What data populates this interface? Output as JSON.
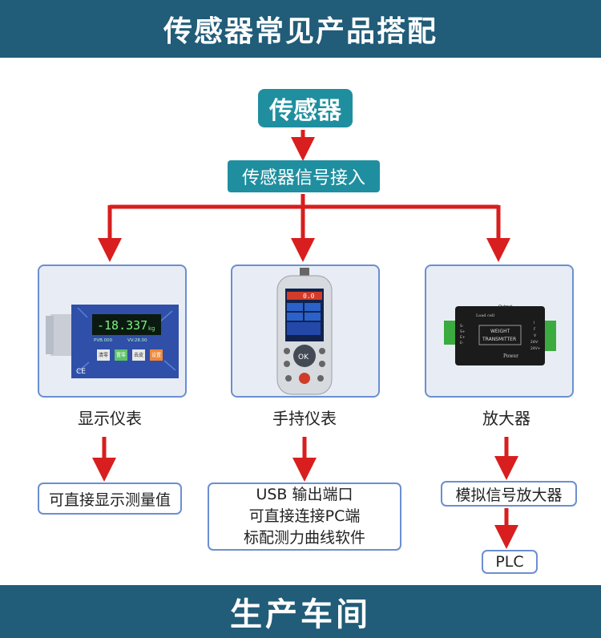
{
  "header": {
    "title": "传感器常见产品搭配"
  },
  "source": {
    "label": "传感器"
  },
  "signal": {
    "label": "传感器信号接入"
  },
  "devices": [
    {
      "name": "显示仪表",
      "image": {
        "reading": "-18.337",
        "unit": "kg",
        "sub_reading": "PVB.000",
        "sub_reading2": "VV:28.00",
        "keys": [
          "清零",
          "置零",
          "去皮",
          "设置"
        ],
        "mark": "CE"
      },
      "outputs": [
        "可直接显示测量值"
      ]
    },
    {
      "name": "手持仪表",
      "image": {
        "screen_value": "0.0",
        "center_key": "OK"
      },
      "outputs": [
        "USB 输出端口",
        "可直接连接PC端",
        "标配测力曲线软件"
      ]
    },
    {
      "name": "放大器",
      "image": {
        "title_line1": "WEIGHT",
        "title_line2": "TRANSMITTER",
        "top_label": "Output",
        "load_cell": "Load cell",
        "power": "Power",
        "left_pins": [
          "S-",
          "S+",
          "E+",
          "E-"
        ],
        "right_pins": [
          "I",
          "F",
          "V",
          "24V-",
          "24V+"
        ]
      },
      "outputs": [
        "模拟信号放大器",
        "PLC"
      ]
    }
  ],
  "footer": {
    "title": "生产车间"
  },
  "colors": {
    "banner": "#215c78",
    "pill": "#1f8fa0",
    "arrow": "#d81e1e",
    "card_border": "#6b8fd0"
  }
}
